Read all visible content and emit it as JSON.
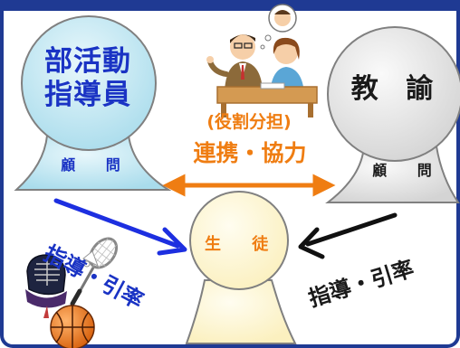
{
  "club_instructor": {
    "line1": "部活動",
    "line2": "指導員",
    "advisor": "顧 問"
  },
  "teacher": {
    "name": "教 諭",
    "advisor": "顧 問"
  },
  "center": {
    "role_sharing": "(役割分担)",
    "cooperation": "連携・協力"
  },
  "student": {
    "name": "生 徒"
  },
  "guidance_left": "指導・引率",
  "guidance_right": "指導・引率",
  "icons": [
    "meeting-illustration-icon",
    "kendo-mask-icon",
    "badminton-racket-icon",
    "shuttlecock-icon",
    "basketball-icon"
  ],
  "colors": {
    "frame": "#1f3a93",
    "club_figure": "#bfe6f2",
    "teacher_figure": "#e6e6e6",
    "student_figure": "#fff8d8",
    "cooperation": "#ef7d12",
    "blue_text": "#1a33c4",
    "black_text": "#1a1a1a"
  }
}
